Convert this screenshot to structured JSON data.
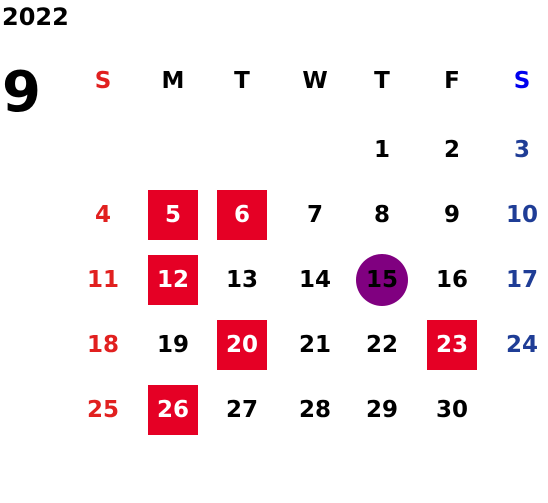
{
  "calendar": {
    "year": "2022",
    "month": "9",
    "weekdays": [
      {
        "label": "S",
        "color": "#e1201f"
      },
      {
        "label": "M",
        "color": "#000000"
      },
      {
        "label": "T",
        "color": "#000000"
      },
      {
        "label": "W",
        "color": "#000000"
      },
      {
        "label": "T",
        "color": "#000000"
      },
      {
        "label": "F",
        "color": "#000000"
      },
      {
        "label": "S",
        "color": "#0000ee"
      }
    ],
    "first_weekday_index": 4,
    "days_in_month": 30,
    "highlighted_days": [
      5,
      6,
      12,
      20,
      23,
      26
    ],
    "today": 15,
    "colors": {
      "sunday": "#e1201f",
      "saturday": "#1f3d96",
      "weekday": "#000000",
      "highlight_bg": "#e50025",
      "today_bg": "#800080",
      "highlight_text": "#ffffff"
    }
  }
}
